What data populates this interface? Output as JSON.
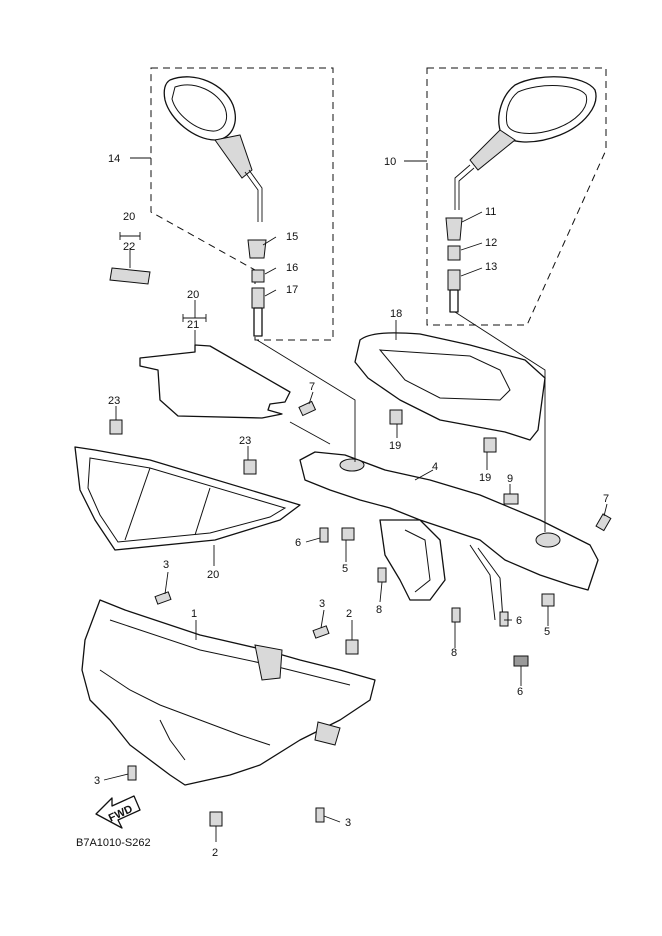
{
  "diagram_code": "B7A1010-S262",
  "fwd_label": "FWD",
  "labels": {
    "p1": "1",
    "p2a": "2",
    "p2b": "2",
    "p3a": "3",
    "p3b": "3",
    "p3c": "3",
    "p3d": "3",
    "p4": "4",
    "p5a": "5",
    "p5b": "5",
    "p6a": "6",
    "p6b": "6",
    "p6c": "6",
    "p7a": "7",
    "p7b": "7",
    "p8a": "8",
    "p8b": "8",
    "p9": "9",
    "p10": "10",
    "p11": "11",
    "p12": "12",
    "p13": "13",
    "p14": "14",
    "p15": "15",
    "p16": "16",
    "p17": "17",
    "p18": "18",
    "p19a": "19",
    "p19b": "19",
    "p20a": "20",
    "p20b": "20",
    "p20c": "20",
    "p21": "21",
    "p22": "22",
    "p23a": "23",
    "p23b": "23"
  }
}
